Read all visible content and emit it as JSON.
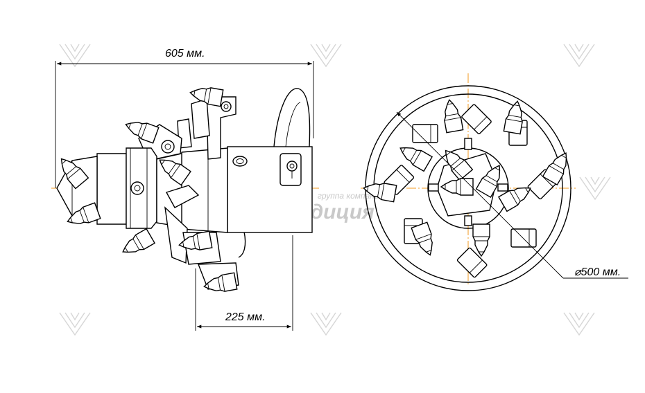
{
  "dimensions": {
    "overall_length": "605 мм.",
    "mount_length": "225 мм.",
    "diameter": "⌀500 мм."
  },
  "watermark": {
    "company_line": "группа компаний",
    "brand": "Традиция"
  },
  "colors": {
    "lines": "#000000",
    "centerlines": "#f39a1e",
    "watermark": "#c9c9c9"
  }
}
